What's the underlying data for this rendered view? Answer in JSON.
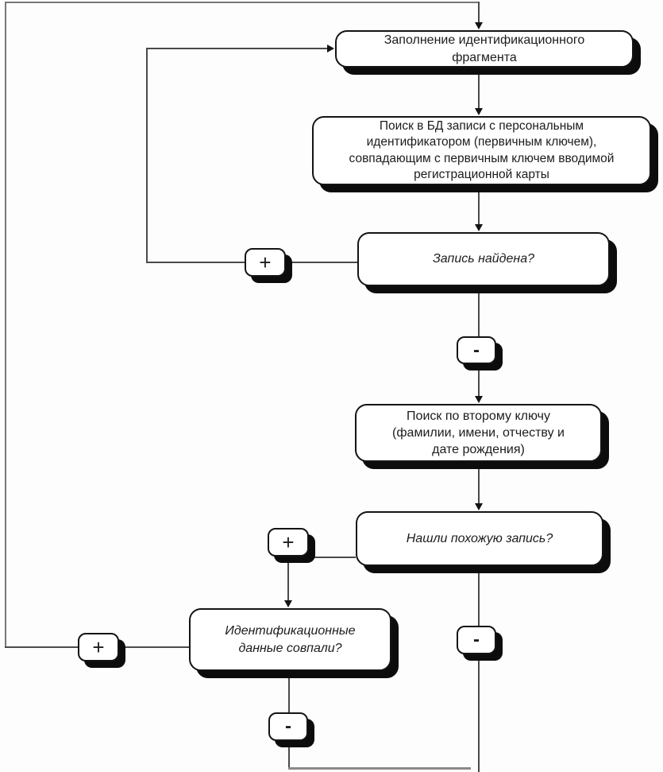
{
  "flowchart": {
    "language": "ru",
    "nodes": {
      "fill_fragment": {
        "label": [
          "Заполнение идентификационного",
          "фрагмента"
        ]
      },
      "search_primary": {
        "label": [
          "Поиск в БД записи с персональным",
          "идентификатором (первичным ключем),",
          "совпадающим с первичным ключем вводимой",
          "регистрационной карты"
        ]
      },
      "record_found": {
        "label": [
          "Запись найдена?"
        ]
      },
      "search_second_key": {
        "label": [
          "Поиск по второму ключу",
          "(фамилии, имени, отчеству и",
          "дате рождения)"
        ]
      },
      "similar_record_found": {
        "label": [
          "Нашли похожую запись?"
        ]
      },
      "identification_data_matched": {
        "label": [
          "Идентификационные",
          "данные совпали?"
        ]
      }
    },
    "branch_labels": {
      "plus": "+",
      "minus": "-"
    },
    "colors": {
      "node_fill": "#ffffff",
      "node_border": "#141414",
      "node_shadow": "#0c0c0c",
      "connector": "#4a4a4a",
      "text": "#1c1c1c"
    }
  }
}
